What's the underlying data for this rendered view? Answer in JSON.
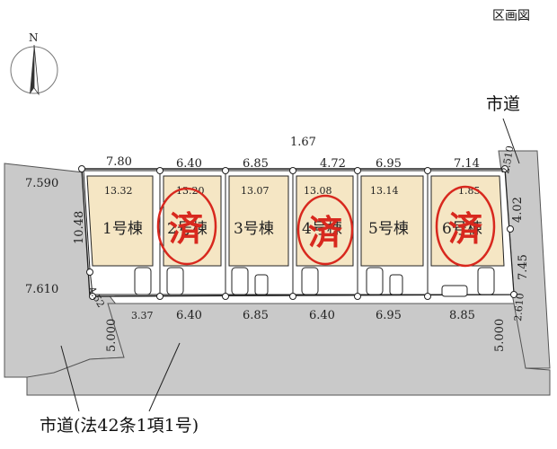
{
  "header": {
    "title": "区画図",
    "north": "N"
  },
  "roads": {
    "east": "市道",
    "south": "市道(法42条1項1号)"
  },
  "lots": [
    {
      "label": "1号棟",
      "depth": "13.32",
      "stamp": ""
    },
    {
      "label": "2号棟",
      "depth": "13.20",
      "stamp": "済"
    },
    {
      "label": "3号棟",
      "depth": "13.07",
      "stamp": ""
    },
    {
      "label": "4号棟",
      "depth": "13.08",
      "stamp": "済"
    },
    {
      "label": "5号棟",
      "depth": "13.14",
      "stamp": ""
    },
    {
      "label": "6号棟",
      "depth": "1.85",
      "stamp": "済"
    }
  ],
  "dims": {
    "top": [
      "7.80",
      "6.40",
      "6.85",
      "1.67",
      "4.72",
      "6.95",
      "7.14"
    ],
    "bottom": [
      "3.37",
      "6.40",
      "6.85",
      "6.40",
      "6.95",
      "8.85"
    ],
    "left": [
      "7.590",
      "10.48",
      "7.610",
      "4.52",
      "5.000"
    ],
    "right": [
      "2.510",
      "4.02",
      "7.45",
      "2.610",
      "5.000"
    ]
  },
  "colors": {
    "lot": "#f5e6c4",
    "road": "#c9c9c9",
    "stamp": "#d8281e",
    "line": "#222222"
  }
}
